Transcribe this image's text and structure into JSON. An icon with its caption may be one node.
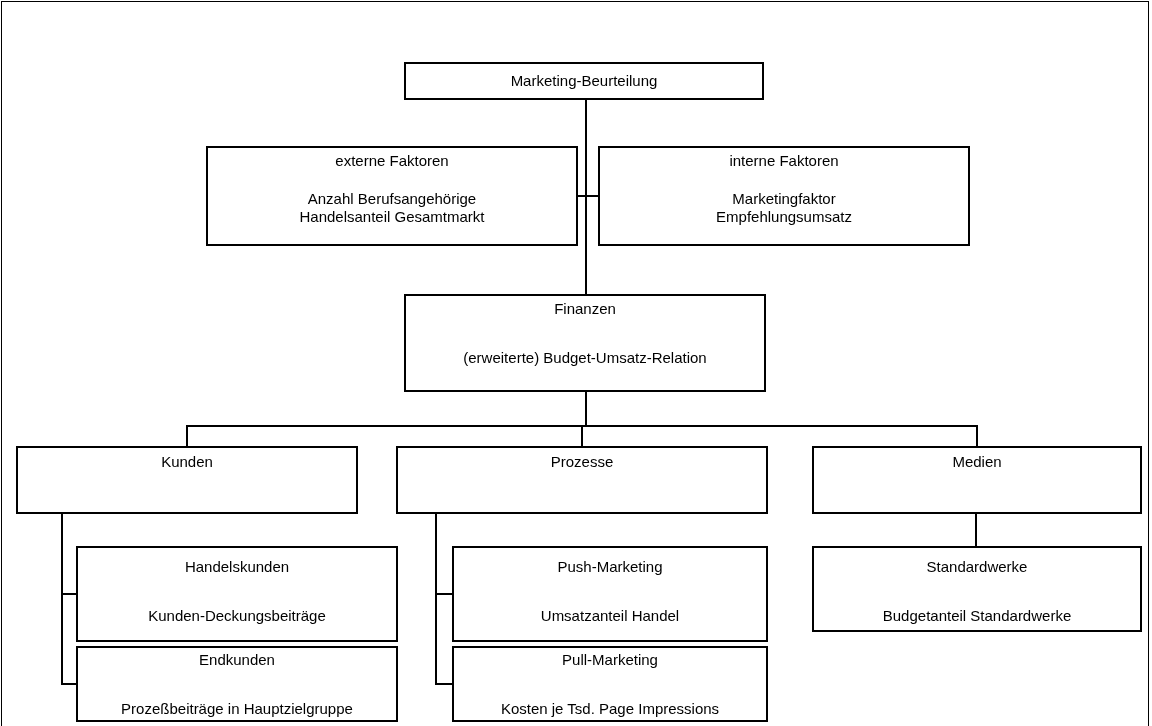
{
  "diagram": {
    "nodes": [
      {
        "text": [
          "Marketing-Beurteilung"
        ]
      },
      {
        "text": [
          "externe Faktoren",
          "Anzahl Berufsangehörige",
          "Handelsanteil Gesamtmarkt"
        ]
      },
      {
        "text": [
          "interne Faktoren",
          "Marketingfaktor",
          "Empfehlungsumsatz"
        ]
      },
      {
        "text": [
          "Finanzen",
          "(erweiterte) Budget-Umsatz-Relation"
        ]
      },
      {
        "text": [
          "Kunden"
        ]
      },
      {
        "text": [
          "Prozesse"
        ]
      },
      {
        "text": [
          "Medien"
        ]
      },
      {
        "text": [
          "Handelskunden",
          "Kunden-Deckungsbeiträge"
        ]
      },
      {
        "text": [
          "Endkunden",
          "Prozeßbeiträge in Hauptzielgruppe"
        ]
      },
      {
        "text": [
          "Push-Marketing",
          "Umsatzanteil Handel"
        ]
      },
      {
        "text": [
          "Pull-Marketing",
          "Kosten je Tsd. Page Impressions"
        ]
      },
      {
        "text": [
          "Standardwerke",
          "Budgetanteil Standardwerke"
        ]
      }
    ],
    "edges": [
      {
        "from": 0,
        "to": 1,
        "arrow": "none"
      },
      {
        "from": 0,
        "to": 2,
        "arrow": "none"
      },
      {
        "from": 0,
        "to": 3,
        "arrow": "none"
      },
      {
        "from": 3,
        "to": 4,
        "arrow": "none"
      },
      {
        "from": 3,
        "to": 5,
        "arrow": "none"
      },
      {
        "from": 3,
        "to": 6,
        "arrow": "none"
      },
      {
        "from": 4,
        "to": 7,
        "arrow": "none"
      },
      {
        "from": 4,
        "to": 8,
        "arrow": "none"
      },
      {
        "from": 5,
        "to": 9,
        "arrow": "none"
      },
      {
        "from": 5,
        "to": 10,
        "arrow": "none"
      },
      {
        "from": 6,
        "to": 11,
        "arrow": "none"
      }
    ]
  }
}
